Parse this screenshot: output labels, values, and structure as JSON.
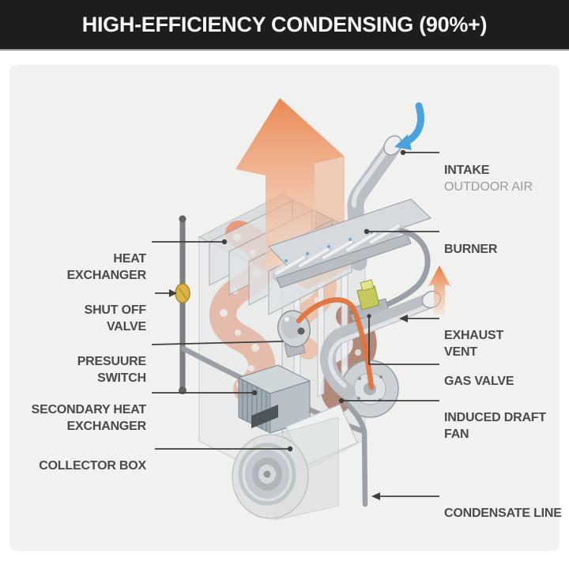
{
  "header": {
    "title": "HIGH-EFFICIENCY CONDENSING (90%+)"
  },
  "diagram": {
    "labels": {
      "heat_exchanger": "HEAT\nEXCHANGER",
      "shut_off_valve": "SHUT OFF\nVALVE",
      "pressure_switch": "PRESUURE\nSWITCH",
      "secondary_heat_exchanger": "SECONDARY HEAT\nEXCHANGER",
      "collector_box": "COLLECTOR BOX",
      "intake": "INTAKE",
      "intake_sub": "OUTDOOR AIR",
      "burner": "BURNER",
      "exhaust_vent": "EXHAUST\nVENT",
      "gas_valve": "GAS VALVE",
      "induced_draft_fan": "INDUCED DRAFT\nFAN",
      "condensate_line": "CONDENSATE LINE"
    },
    "flow_indicators": {
      "hot_air_arrow": "large orange arrow up",
      "intake_air_arrow": "blue curved arrow down into intake pipe",
      "exhaust_arrow": "small orange arrow up at exhaust vent"
    }
  },
  "colors": {
    "header_bg": "#1d1d1b",
    "header_text": "#f5f5f3",
    "panel_bg": "#f1f1ef",
    "label_text": "#4a4a48",
    "label_sub": "#9b9b99",
    "callout": "#3f3f3d",
    "hot_orange": "#ea7b44",
    "cool_blue": "#4aa3dd",
    "heat_exchanger_salmon": "#e89b7c",
    "condensing_coil_mauve": "#b2887b",
    "gas_valve_green": "#c6c95e",
    "shutoff_valve_yellow": "#ddb448",
    "pipe_gray": "#b9bfc4"
  }
}
